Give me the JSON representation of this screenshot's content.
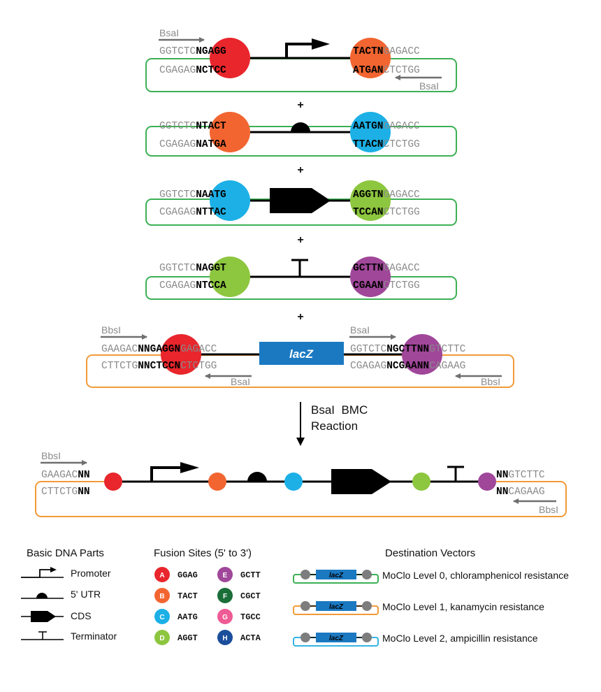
{
  "diagram": {
    "enzymes": {
      "bsai": "BsaI",
      "bbsi": "BbsI"
    },
    "plus_sign": "+",
    "reaction_label": [
      "BsaI  BMC",
      "Reaction"
    ],
    "colors": {
      "A": "#e8262c",
      "B": "#f26531",
      "C": "#1cb0e6",
      "D": "#8dc63f",
      "E": "#a0479a",
      "F": "#1a6e38",
      "G": "#ee5b95",
      "H": "#1b4e9b",
      "level0": "#3cb054",
      "level1": "#f29a38",
      "level2": "#35b4e2",
      "lacz": "#1b79c2",
      "arrow": "#6f6f6f"
    },
    "parts": [
      {
        "part": "promoter",
        "top": {
          "prefix": "GGTCTC",
          "site": "NGAGG",
          "site2": "TACTN",
          "suffix": "GAGACC"
        },
        "bottom": {
          "prefix": "CGAGAG",
          "site": "NCTCC",
          "site2": "ATGAN",
          "suffix": "CTCTGG"
        },
        "left_color": "A",
        "right_color": "B",
        "vector": "level0"
      },
      {
        "part": "utr",
        "top": {
          "prefix": "GGTCTC",
          "site": "NTACT",
          "site2": "AATGN",
          "suffix": "GAGACC"
        },
        "bottom": {
          "prefix": "CGAGAG",
          "site": "NATGA",
          "site2": "TTACN",
          "suffix": "CTCTGG"
        },
        "left_color": "B",
        "right_color": "C",
        "vector": "level0"
      },
      {
        "part": "cds",
        "top": {
          "prefix": "GGTCTC",
          "site": "NAATG",
          "site2": "AGGTN",
          "suffix": "GAGACC"
        },
        "bottom": {
          "prefix": "CGAGAG",
          "site": "NTTAC",
          "site2": "TCCAN",
          "suffix": "CTCTGG"
        },
        "left_color": "C",
        "right_color": "D",
        "vector": "level0"
      },
      {
        "part": "terminator",
        "top": {
          "prefix": "GGTCTC",
          "site": "NAGGT",
          "site2": "GCTTN",
          "suffix": "GAGACC"
        },
        "bottom": {
          "prefix": "CGAGAG",
          "site": "NTCCA",
          "site2": "CGAAN",
          "suffix": "CTCTGG"
        },
        "left_color": "D",
        "right_color": "E",
        "vector": "level0"
      }
    ],
    "destination": {
      "left_top": {
        "prefix": "GAAGAC",
        "nn": "NN",
        "site": "GAGG",
        "n": "N",
        "suffix": "GAGACC"
      },
      "left_bottom": {
        "prefix": "CTTCTG",
        "nn": "NN",
        "site": "CTCC",
        "n": "N",
        "suffix": "CTCTGG"
      },
      "right_top": {
        "prefix": "GGTCTC",
        "site": "NGCTT",
        "nn": "NN",
        "suffix": "GTCTTC"
      },
      "right_bottom": {
        "prefix": "CGAGAG",
        "site": "NCGAA",
        "nn": "NN",
        "suffix": "CAGAAG"
      },
      "lacz_label": "lacZ"
    },
    "product": {
      "left_top": {
        "prefix": "GAAGAC",
        "nn": "NN"
      },
      "left_bottom": {
        "prefix": "CTTCTG",
        "nn": "NN"
      },
      "right_top": {
        "nn": "NN",
        "suffix": "GTCTTC"
      },
      "right_bottom": {
        "nn": "NN",
        "suffix": "CAGAAG"
      }
    }
  },
  "legend": {
    "basic_parts": {
      "title": "Basic DNA Parts",
      "items": [
        {
          "icon": "promoter-icon",
          "label": "Promoter"
        },
        {
          "icon": "utr-icon",
          "label": "5' UTR"
        },
        {
          "icon": "cds-icon",
          "label": "CDS"
        },
        {
          "icon": "terminator-icon",
          "label": "Terminator"
        }
      ]
    },
    "fusion_sites": {
      "title": "Fusion Sites (5' to 3')",
      "items": [
        {
          "letter": "A",
          "seq": "GGAG"
        },
        {
          "letter": "B",
          "seq": "TACT"
        },
        {
          "letter": "C",
          "seq": "AATG"
        },
        {
          "letter": "D",
          "seq": "AGGT"
        },
        {
          "letter": "E",
          "seq": "GCTT"
        },
        {
          "letter": "F",
          "seq": "CGCT"
        },
        {
          "letter": "G",
          "seq": "TGCC"
        },
        {
          "letter": "H",
          "seq": "ACTA"
        }
      ]
    },
    "destination_vectors": {
      "title": "Destination Vectors",
      "items": [
        {
          "vector": "level0",
          "lacz": "lacZ",
          "label": "MoClo Level 0, chloramphenicol resistance"
        },
        {
          "vector": "level1",
          "lacz": "lacZ",
          "label": "MoClo Level 1, kanamycin resistance"
        },
        {
          "vector": "level2",
          "lacz": "lacZ",
          "label": "MoClo Level 2, ampicillin resistance"
        }
      ]
    }
  }
}
